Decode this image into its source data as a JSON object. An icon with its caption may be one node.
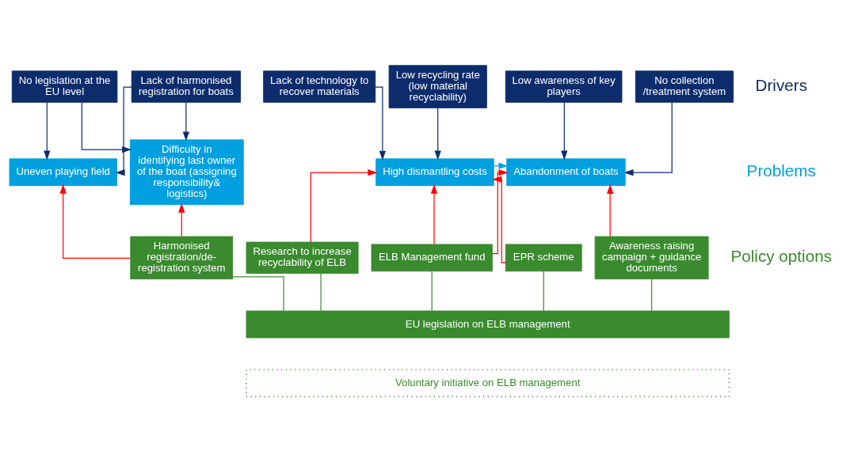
{
  "diagram": {
    "nodes": [
      {
        "text": [
          "Lack of harmonised registration for boats"
        ]
      },
      {
        "text": [
          "No legislation at the EU level"
        ]
      },
      {
        "text": [
          "Low recycling rate (low material recyclability)"
        ]
      },
      {
        "text": [
          "Lack of technology to recover materials"
        ]
      },
      {
        "text": [
          "No collection /treatment system"
        ]
      },
      {
        "text": [
          "Low awareness of key players"
        ]
      },
      {
        "text": [
          "Difficulty in identifying last owner of the boat (assigning responsibility& logistics)"
        ]
      },
      {
        "text": [
          "Uneven playing field"
        ]
      },
      {
        "text": [
          "High dismantling costs"
        ]
      },
      {
        "text": [
          "Abandonment of boats"
        ]
      },
      {
        "text": [
          "Harmonised registration/de-registration system"
        ]
      },
      {
        "text": [
          "Research to increase recyclability of ELB"
        ]
      },
      {
        "text": [
          "ELB Management fund"
        ]
      },
      {
        "text": [
          "EPR scheme"
        ]
      },
      {
        "text": [
          "Awareness raising campaign + guidance documents"
        ]
      },
      {
        "text": [
          "EU legislation on ELB management"
        ]
      },
      {
        "text": [
          "Voluntary initiative on ELB management"
        ]
      }
    ],
    "edges": [
      {
        "from": 0,
        "to": 6,
        "arrow": "to"
      },
      {
        "from": 0,
        "to": 7,
        "arrow": "to"
      },
      {
        "from": 1,
        "to": 6,
        "arrow": "to"
      },
      {
        "from": 1,
        "to": 7,
        "arrow": "to"
      },
      {
        "from": 2,
        "to": 8,
        "arrow": "to"
      },
      {
        "from": 3,
        "to": 8,
        "arrow": "to"
      },
      {
        "from": 4,
        "to": 9,
        "arrow": "to"
      },
      {
        "from": 5,
        "to": 9,
        "arrow": "to"
      },
      {
        "from": 8,
        "to": 9,
        "arrow": "to",
        "color": "#00a0e0"
      },
      {
        "from": 10,
        "to": 6,
        "arrow": "to",
        "color": "#ff0000"
      },
      {
        "from": 10,
        "to": 7,
        "arrow": "to",
        "color": "#ff0000"
      },
      {
        "from": 11,
        "to": 8,
        "arrow": "to",
        "color": "#ff0000"
      },
      {
        "from": 12,
        "to": 8,
        "arrow": "to",
        "color": "#ff0000"
      },
      {
        "from": 12,
        "to": 9,
        "arrow": "to",
        "color": "#ff0000"
      },
      {
        "from": 13,
        "to": 8,
        "arrow": "to",
        "color": "#ff0000"
      },
      {
        "from": 14,
        "to": 9,
        "arrow": "to",
        "color": "#ff0000"
      },
      {
        "from": 10,
        "to": 15,
        "arrow": "none",
        "color": "#3a8a2e"
      },
      {
        "from": 11,
        "to": 15,
        "arrow": "none",
        "color": "#3a8a2e"
      },
      {
        "from": 12,
        "to": 15,
        "arrow": "none",
        "color": "#3a8a2e"
      },
      {
        "from": 13,
        "to": 15,
        "arrow": "none",
        "color": "#3a8a2e"
      },
      {
        "from": 14,
        "to": 15,
        "arrow": "none",
        "color": "#3a8a2e"
      }
    ],
    "labels": [
      "Drivers",
      "Problems",
      "Policy options"
    ]
  }
}
